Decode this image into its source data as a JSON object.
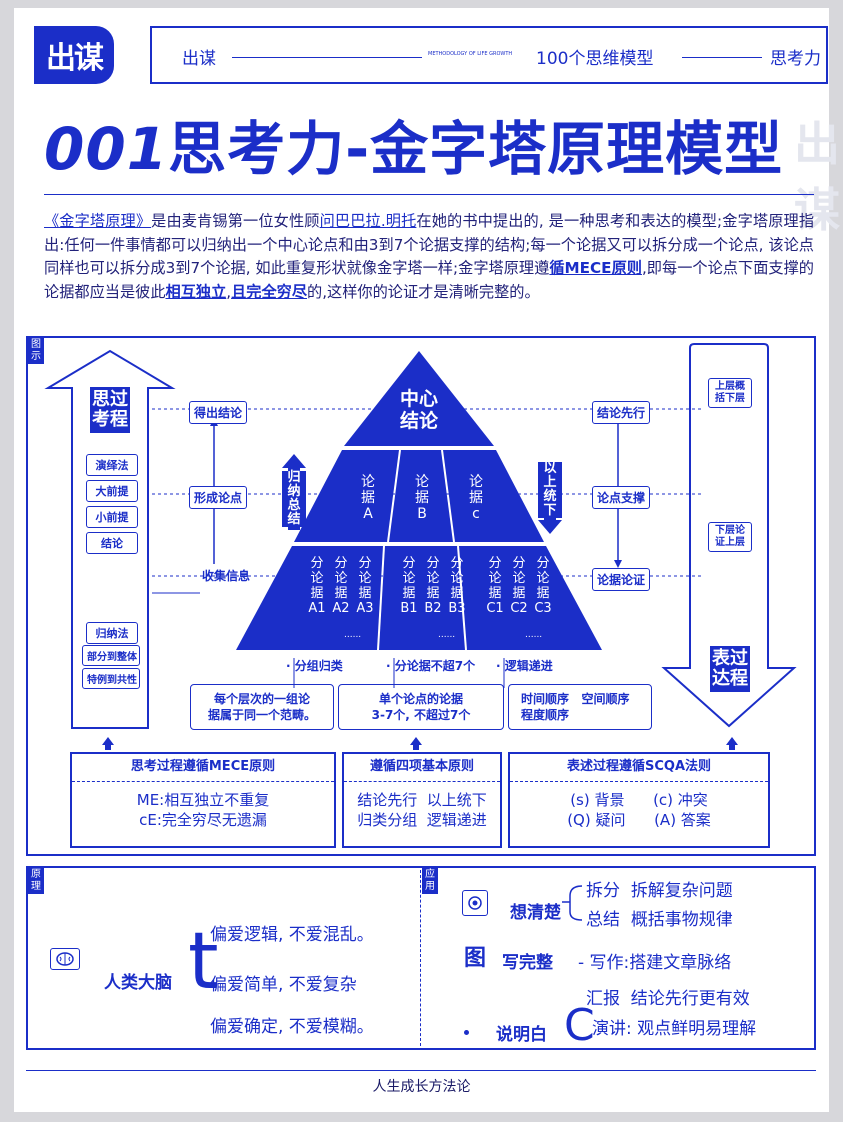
{
  "header": {
    "logo_text": "出谋",
    "left_label": "出谋",
    "center_small": "METHODOLOGY OF LIFE GROWTH",
    "series_title": "100个思维模型",
    "right_label": "思考力"
  },
  "title": {
    "number": "001",
    "text": "思考力-金字塔原理模型",
    "ghost": "出谋"
  },
  "intro": {
    "term": "《金字塔原理》",
    "p1": "是由麦肯锡第一位女性顾",
    "name": "问巴巴拉.明托",
    "p2": "在她的书中提出的, 是一种思考和表达的模型;金字塔原理指出:任何一件事情都可以归纳出一个中心论点和由3到7个论据支撑的结构;每一个论据又可以拆分成一个论点, 该论点同样也可以拆分成3到7个论据, 如此重复形状就像金字塔一样;金字塔原理遵",
    "mece": "循MECE原则",
    "p3": ",即每一个论点下面支撑的论据都应当是彼此",
    "k1": "相互独立",
    "p4": ",",
    "k2": "且完全穷尽",
    "p5": "的,这样你的论证才是清晰完整的。"
  },
  "diagram": {
    "tag": "图示",
    "left_arrow_title": "思过考程",
    "left_buttons": [
      "演绎法",
      "大前提",
      "小前提",
      "结论"
    ],
    "left_buttons2": [
      "归纳法",
      "部分到整体",
      "特例到共性"
    ],
    "left_labels": [
      "得出结论",
      "形成论点",
      "收集信息"
    ],
    "inductive": "归纳总结",
    "top_down": "以上统下",
    "apex": "中心结论",
    "mid": [
      {
        "l1": "论",
        "l2": "据",
        "l3": "A"
      },
      {
        "l1": "论",
        "l2": "据",
        "l3": "B"
      },
      {
        "l1": "论",
        "l2": "据",
        "l3": "c"
      }
    ],
    "bottom_cols": [
      "A1",
      "A2",
      "A3",
      "B1",
      "B2",
      "B3",
      "C1",
      "C2",
      "C3"
    ],
    "bottom_prefix": "分论据",
    "dots": "......",
    "right_labels": [
      "结论先行",
      "论点支撑",
      "论据论证"
    ],
    "right_arrow_top": "上层概括下层",
    "right_arrow_mid": "下层论证上层",
    "right_arrow_title": "表过达程",
    "sub_labels": [
      "分组归类",
      "分论据不超7个",
      "逻辑递进"
    ],
    "sub_boxes": [
      {
        "l1": "每个层次的一组论",
        "l2": "据属于同一个范畴。"
      },
      {
        "l1": "单个论点的论据",
        "l2": "3-7个, 不超过7个"
      },
      {
        "l1": "时间顺序   空间顺序",
        "l2": "程度顺序"
      }
    ],
    "rules": [
      {
        "head": "思考过程遵循MECE原则",
        "l1": "ME:相互独立不重复",
        "l2": "cE:完全穷尽无遗漏"
      },
      {
        "head": "遵循四项基本原则",
        "l1": "结论先行  以上统下",
        "l2": "归类分组  逻辑递进"
      },
      {
        "head": "表述过程遵循SCQA法则",
        "l1": "(s) 背景      (c) 冲突",
        "l2": "(Q) 疑问      (A) 答案"
      }
    ]
  },
  "principle": {
    "tag": "原理",
    "brain": "人类大脑",
    "big_t": "t",
    "lines": [
      "偏爱逻辑, 不爱混乱。",
      "偏爱简单, 不爱复杂",
      "偏爱确定, 不爱模糊。"
    ]
  },
  "application": {
    "tag": "应用",
    "think": "想清楚",
    "think_items": [
      {
        "k": "拆分",
        "v": "拆解复杂问题"
      },
      {
        "k": "总结",
        "v": "概括事物规律"
      }
    ],
    "write_icon": "图",
    "write": "写完整",
    "write_item": "写作:搭建文章脉络",
    "report": "汇报  结论先行更有效",
    "say": "说明白",
    "big_c": "C",
    "speech": "演讲: 观点鲜明易理解"
  },
  "footer": "人生成长方法论"
}
